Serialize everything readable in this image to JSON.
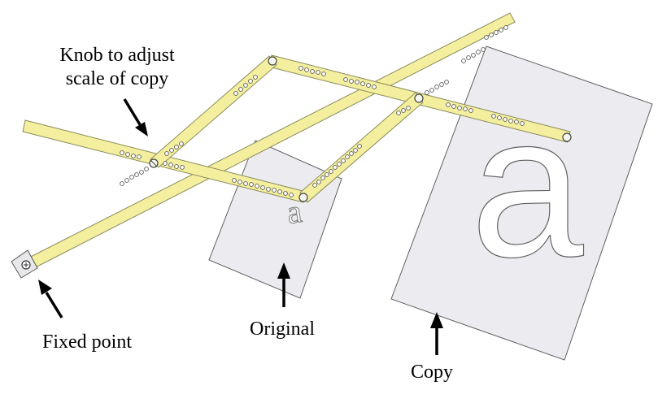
{
  "labels": {
    "knob_line1": "Knob to adjust",
    "knob_line2": "scale of copy",
    "fixed_point": "Fixed point",
    "original": "Original",
    "copy": "Copy"
  },
  "sheets": {
    "original_glyph": "a",
    "copy_glyph": "a"
  },
  "colors": {
    "bar_fill": "#f4ef9f",
    "sheet_fill": "#ececf0",
    "outline": "#606060"
  }
}
